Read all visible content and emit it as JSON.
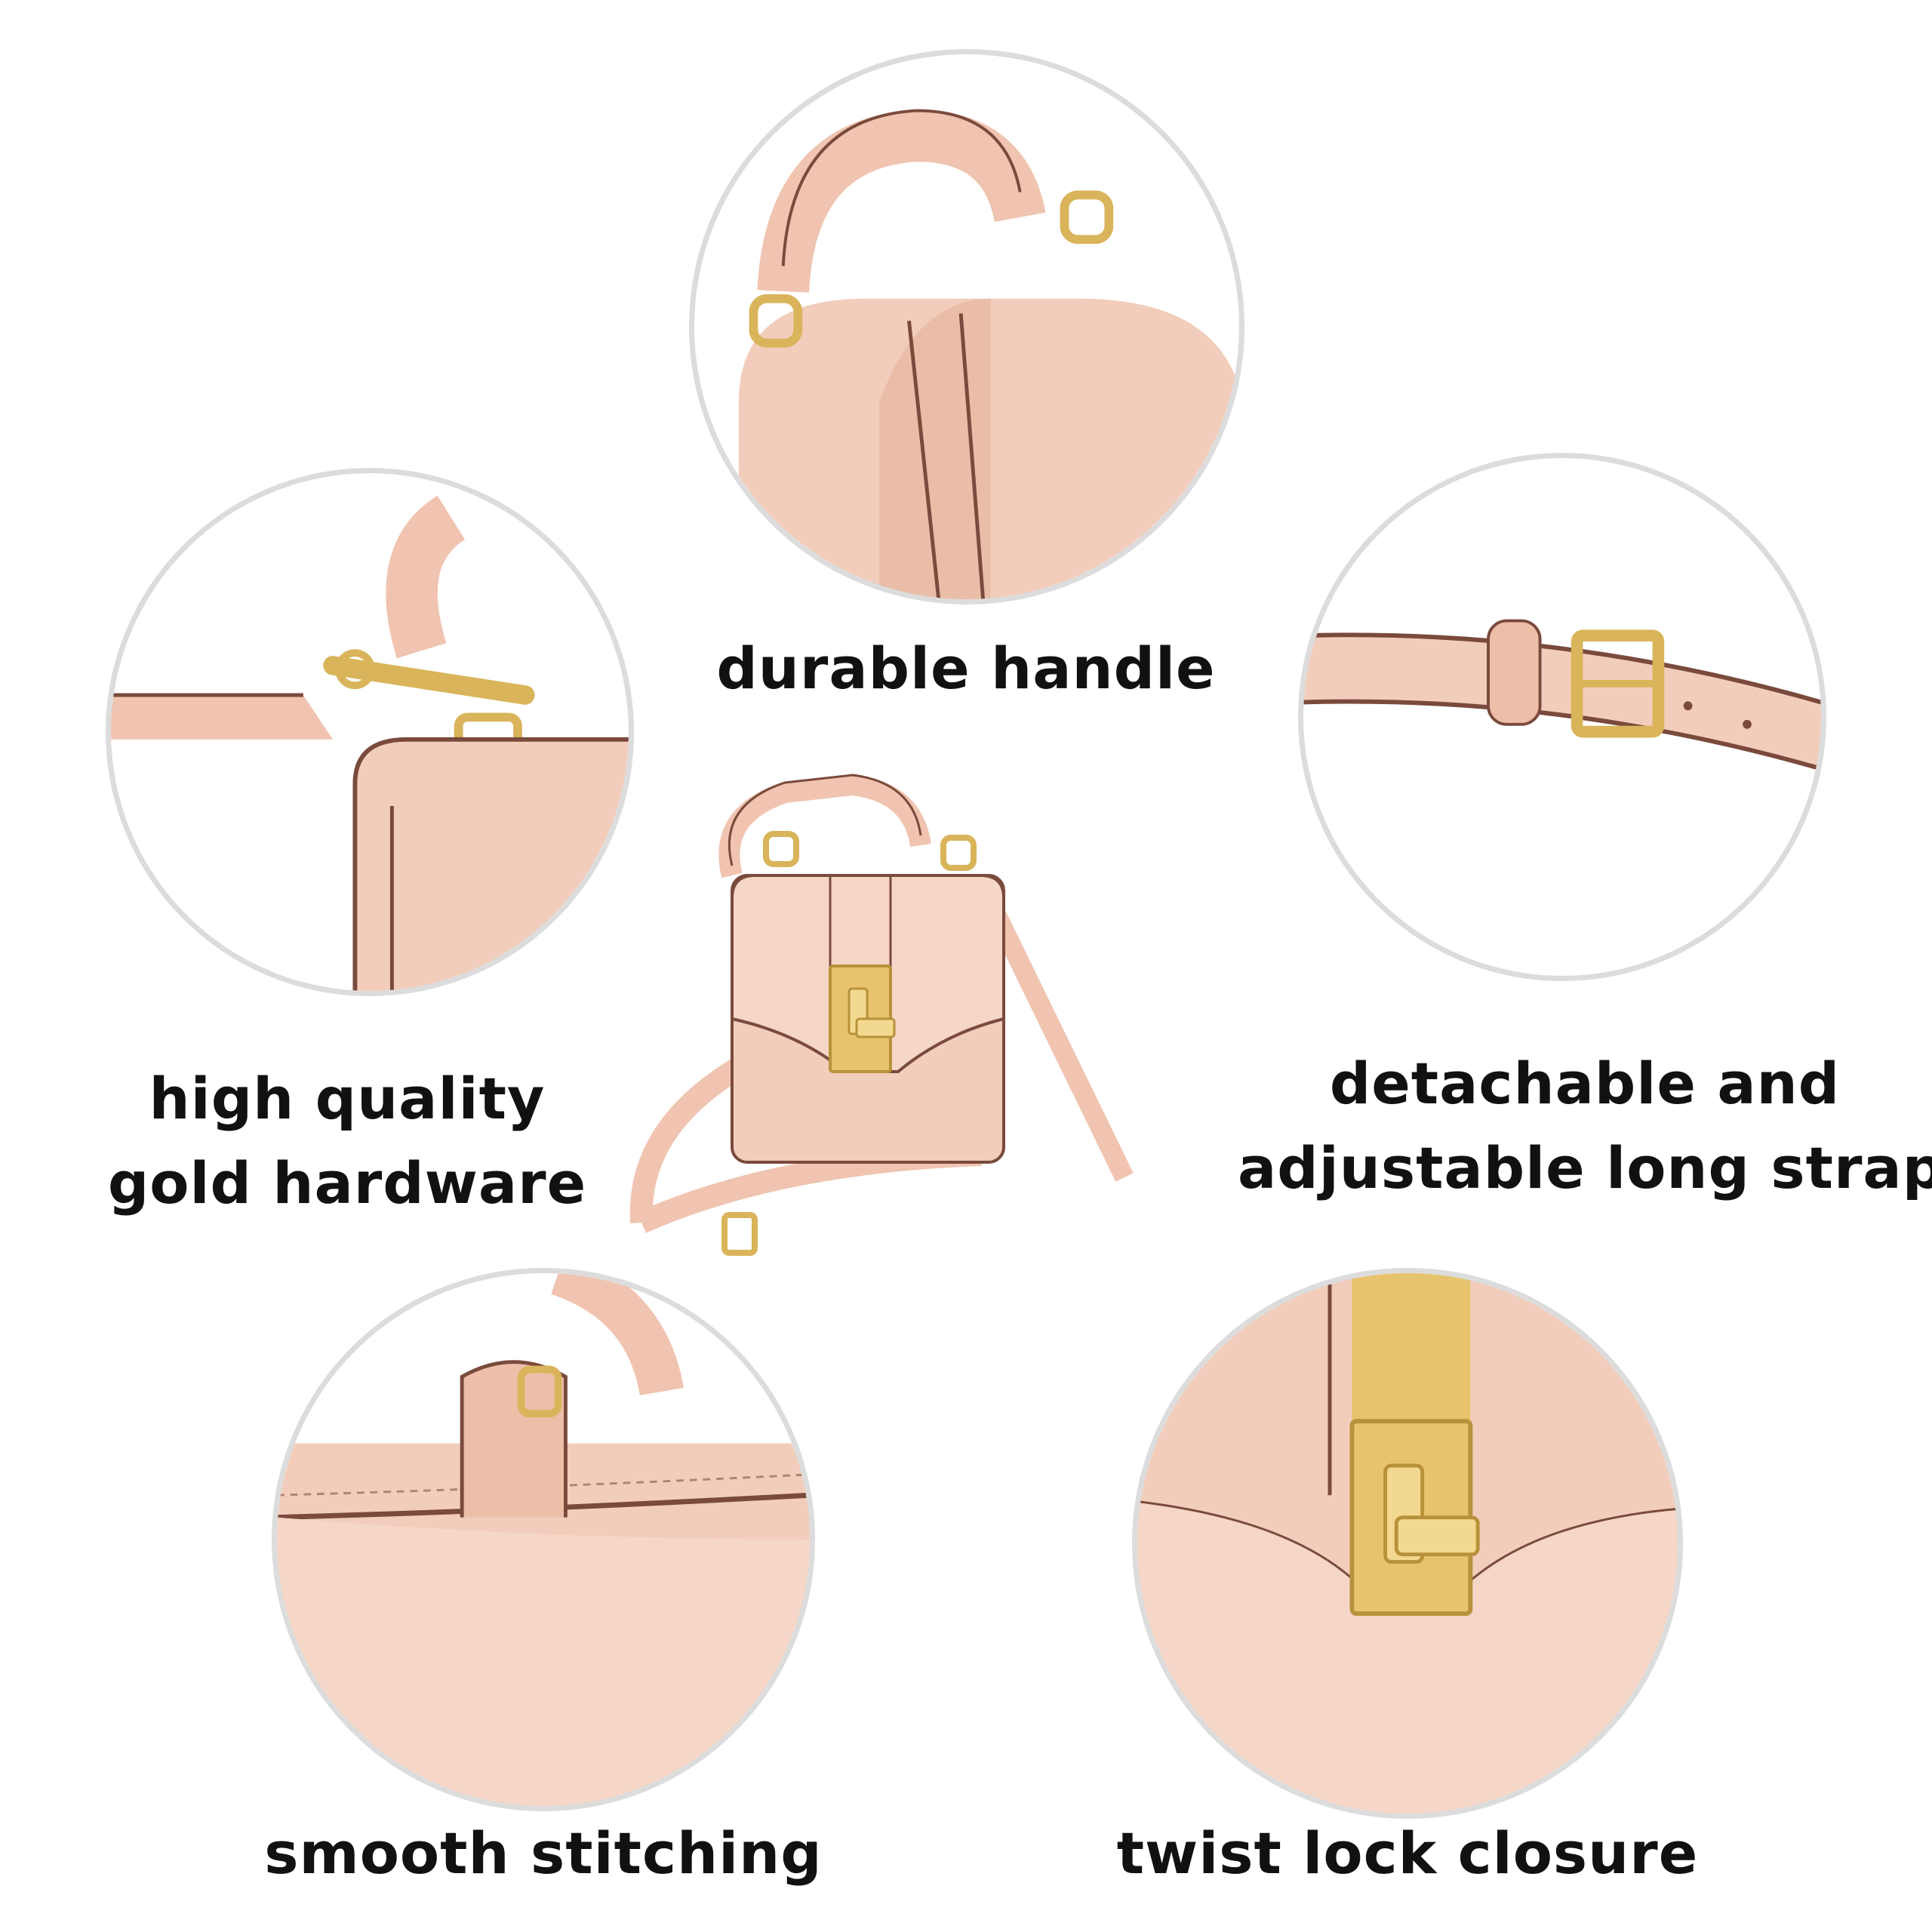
{
  "features": [
    {
      "id": "handle",
      "caption": "durable handle",
      "icon": "handle-closeup"
    },
    {
      "id": "hardware",
      "caption_lines": [
        "high quality",
        "gold hardware"
      ],
      "icon": "hardware-closeup"
    },
    {
      "id": "strap",
      "caption_lines": [
        "detachable and",
        "adjustable long strap"
      ],
      "icon": "strap-closeup"
    },
    {
      "id": "stitching",
      "caption": "smooth stitching",
      "icon": "stitching-closeup"
    },
    {
      "id": "lock",
      "caption": "twist lock closure",
      "icon": "lock-closeup"
    }
  ],
  "colors": {
    "leather": "#f2cdbb",
    "leather_shadow": "#e3b39d",
    "edge_paint": "#7a4a3c",
    "gold": "#d9b45a",
    "circle_border": "#dcdcdc",
    "text": "#111111"
  },
  "product_icon": "pink-crossbody-bag"
}
